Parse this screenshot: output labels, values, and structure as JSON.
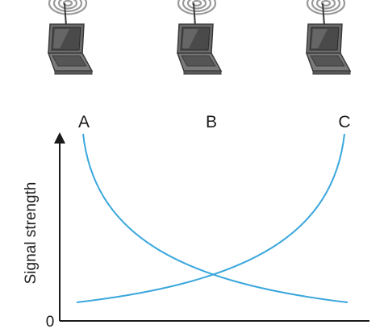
{
  "nodes": [
    {
      "id": "A",
      "label": "A"
    },
    {
      "id": "B",
      "label": "B"
    },
    {
      "id": "C",
      "label": "C"
    }
  ],
  "axis": {
    "y_label": "Signal strength",
    "origin_label": "0"
  },
  "curves": [
    {
      "from": "A",
      "description_color": "#3aa7dd"
    },
    {
      "from": "C",
      "description_color": "#3aa7dd"
    }
  ],
  "colors": {
    "curve": "#3aa7dd",
    "axis": "#1a1a1a",
    "laptop_body": "#6b6b6b",
    "laptop_dark": "#3a3a3a",
    "laptop_screen": "#4a4a4a",
    "wave": "#9a9a9a"
  },
  "icons": [
    "wifi-waves-icon",
    "laptop-icon"
  ]
}
